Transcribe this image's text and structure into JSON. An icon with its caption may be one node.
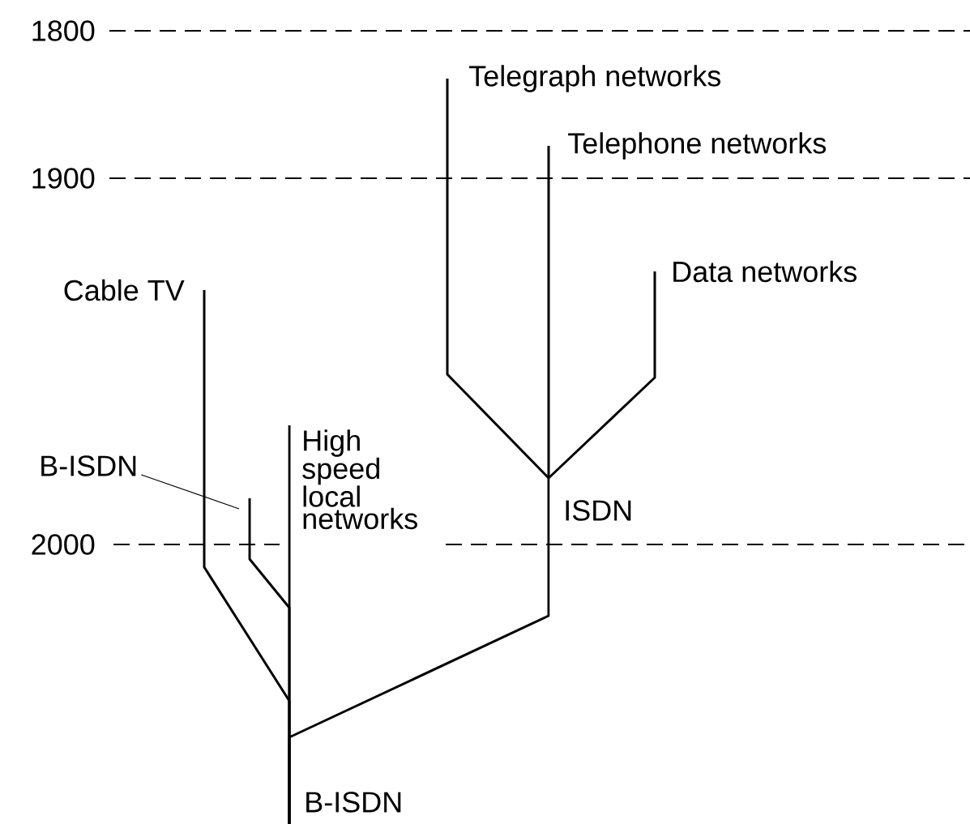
{
  "diagram": {
    "nodes": [
      {
        "text": [
          "Telegraph networks"
        ]
      },
      {
        "text": [
          "Telephone networks"
        ]
      },
      {
        "text": [
          "Data networks"
        ]
      },
      {
        "text": [
          "Cable TV"
        ]
      },
      {
        "text": [
          "B-ISDN"
        ]
      },
      {
        "text": [
          "High speed local networks"
        ]
      },
      {
        "text": [
          "ISDN"
        ]
      },
      {
        "text": [
          "B-ISDN"
        ]
      }
    ],
    "edges": [
      {
        "from": 0,
        "to": 6,
        "arrow": "none"
      },
      {
        "from": 1,
        "to": 6,
        "arrow": "none"
      },
      {
        "from": 2,
        "to": 6,
        "arrow": "none"
      },
      {
        "from": 6,
        "to": 7,
        "arrow": "none"
      },
      {
        "from": 3,
        "to": 7,
        "arrow": "none"
      },
      {
        "from": 5,
        "to": 7,
        "arrow": "none"
      },
      {
        "from": 4,
        "to": null,
        "arrow": "none"
      },
      {
        "from": null,
        "to": 7,
        "arrow": "none"
      }
    ],
    "labels": [
      "1800",
      "1900",
      "2000"
    ]
  }
}
